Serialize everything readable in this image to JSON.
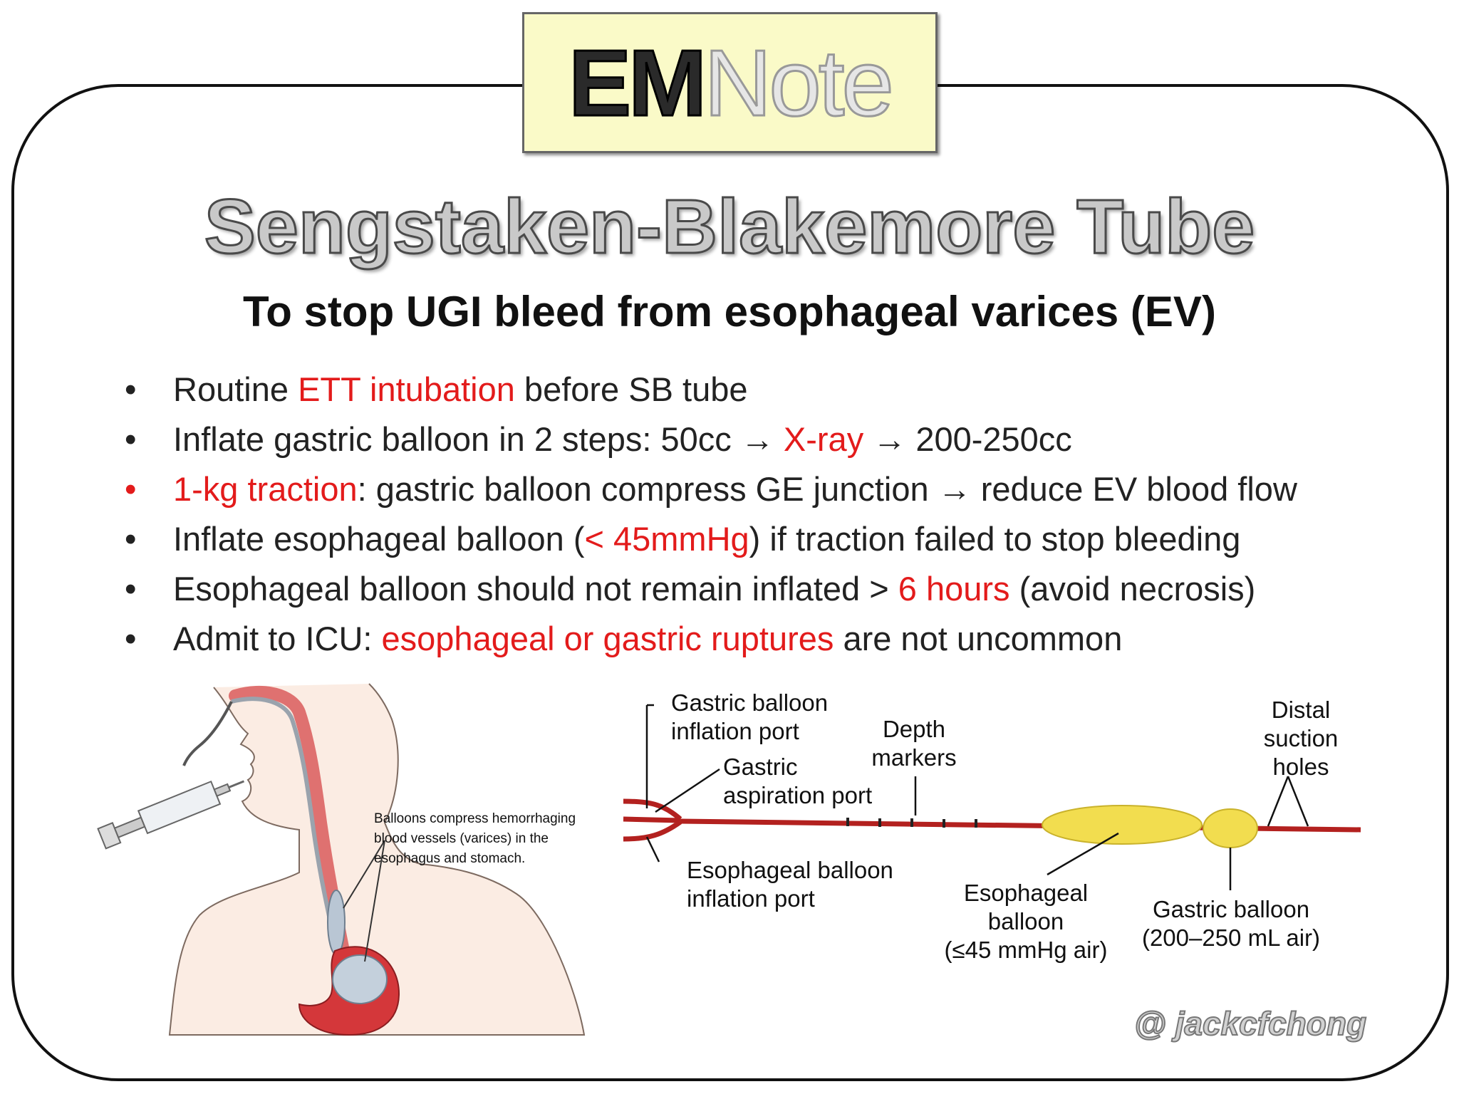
{
  "logo": {
    "em": "EM",
    "note": "Note"
  },
  "title": "Sengstaken-Blakemore Tube",
  "subtitle": "To stop UGI bleed from esophageal varices (EV)",
  "bullets": [
    {
      "red_dot": false,
      "parts": [
        {
          "t": "Routine ",
          "hl": false
        },
        {
          "t": "ETT intubation",
          "hl": true
        },
        {
          "t": " before SB tube",
          "hl": false
        }
      ]
    },
    {
      "red_dot": false,
      "parts": [
        {
          "t": "Inflate gastric balloon in 2 steps: 50cc → ",
          "hl": false
        },
        {
          "t": "X-ray",
          "hl": true
        },
        {
          "t": " → 200-250cc",
          "hl": false
        }
      ]
    },
    {
      "red_dot": true,
      "parts": [
        {
          "t": "1-kg traction",
          "hl": true
        },
        {
          "t": ": gastric balloon compress GE junction → reduce EV blood flow",
          "hl": false
        }
      ]
    },
    {
      "red_dot": false,
      "parts": [
        {
          "t": "Inflate esophageal balloon (",
          "hl": false
        },
        {
          "t": "< 45mmHg",
          "hl": true
        },
        {
          "t": ") if traction failed to stop bleeding",
          "hl": false
        }
      ]
    },
    {
      "red_dot": false,
      "parts": [
        {
          "t": "Esophageal balloon should not remain inflated > ",
          "hl": false
        },
        {
          "t": "6 hours",
          "hl": true
        },
        {
          "t": " (avoid necrosis)",
          "hl": false
        }
      ]
    },
    {
      "red_dot": false,
      "parts": [
        {
          "t": "Admit to ICU: ",
          "hl": false
        },
        {
          "t": "esophageal or gastric ruptures",
          "hl": true
        },
        {
          "t": " are not uncommon",
          "hl": false
        }
      ]
    }
  ],
  "anatomy_caption": [
    "Balloons compress hemorrhaging",
    "blood vessels (varices) in the",
    "esophagus and stomach."
  ],
  "tube_labels": {
    "gastric_inflation_port": [
      "Gastric balloon",
      "inflation port"
    ],
    "gastric_aspiration_port": [
      "Gastric",
      "aspiration port"
    ],
    "esophageal_inflation_port": [
      "Esophageal balloon",
      "inflation port"
    ],
    "depth_markers": [
      "Depth",
      "markers"
    ],
    "distal_suction_holes": [
      "Distal",
      "suction",
      "holes"
    ],
    "esophageal_balloon": [
      "Esophageal",
      "balloon",
      "(≤45 mmHg air)"
    ],
    "gastric_balloon": [
      "Gastric balloon",
      "(200–250 mL air)"
    ]
  },
  "credit": "@ jackcfchong",
  "colors": {
    "highlight": "#e31b1b",
    "tube": "#b3211f",
    "balloon": "#f2dd4f",
    "logo_bg": "#fafac8"
  }
}
